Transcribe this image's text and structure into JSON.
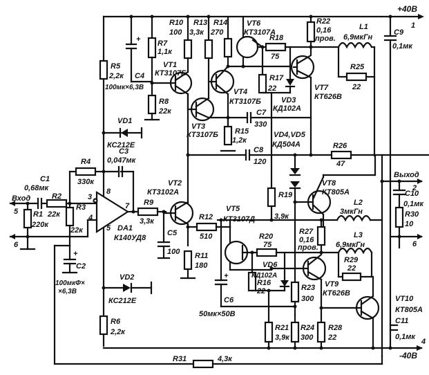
{
  "diagram": {
    "type": "audio power amplifier schematic",
    "supply": {
      "positive": {
        "label": "+40В",
        "pin": "1"
      },
      "negative": {
        "label": "-40В",
        "pin": "4"
      }
    },
    "io": {
      "input": {
        "label": "Вход",
        "pin": "5",
        "ground_pin": "6"
      },
      "output": {
        "label": "Выход",
        "pin": "2",
        "ground_pin": "6"
      }
    },
    "components": {
      "C1": {
        "ref": "C1",
        "value": "0,68мк"
      },
      "R1": {
        "ref": "R1",
        "value": "220к"
      },
      "R2": {
        "ref": "R2",
        "value": "22к"
      },
      "R3": {
        "ref": "R3",
        "value": "22к"
      },
      "R4": {
        "ref": "R4",
        "value": "330к"
      },
      "C3": {
        "ref": "C3",
        "value": "0,047мк"
      },
      "C2": {
        "ref": "C2",
        "value": "100мкФ×",
        "value2": "×6,3В"
      },
      "DA1": {
        "ref": "DA1",
        "value": "К140УД8",
        "pins": [
          "3",
          "4",
          "8",
          "7",
          "5"
        ]
      },
      "VD1": {
        "ref": "VD1",
        "value": "КС212Е"
      },
      "VD2": {
        "ref": "VD2",
        "value": "КС212Е"
      },
      "R5": {
        "ref": "R5",
        "value": "2,2к"
      },
      "R6": {
        "ref": "R6",
        "value": "2,2к"
      },
      "C4": {
        "ref": "C4",
        "value": "100мк×6,3В"
      },
      "R7": {
        "ref": "R7",
        "value": "1,1к"
      },
      "R8": {
        "ref": "R8",
        "value": "22к"
      },
      "VT1": {
        "ref": "VT1",
        "value": "КТ3107Б"
      },
      "R10": {
        "ref": "R10",
        "value": "100"
      },
      "R13": {
        "ref": "R13",
        "value": "3,3к"
      },
      "R14": {
        "ref": "R14",
        "value": "270"
      },
      "VT6": {
        "ref": "VT6",
        "value": "КТ3107А"
      },
      "R18": {
        "ref": "R18",
        "value": "75"
      },
      "R22": {
        "ref": "R22",
        "value": "0,16",
        "note": "пров."
      },
      "L1": {
        "ref": "L1",
        "value": "6,9мкГн"
      },
      "C9": {
        "ref": "C9",
        "value": "0,1мк"
      },
      "R25": {
        "ref": "R25",
        "value": "22"
      },
      "VT7": {
        "ref": "VT7",
        "value": "КТ626В"
      },
      "R17": {
        "ref": "R17",
        "value": "22"
      },
      "VD3": {
        "ref": "VD3",
        "value": "КД102А"
      },
      "VT4": {
        "ref": "VT4",
        "value": "КТ3107Б"
      },
      "VT3": {
        "ref": "VT3",
        "value": "КТ3107Б"
      },
      "C7": {
        "ref": "C7",
        "value": "330"
      },
      "R15": {
        "ref": "R15",
        "value": "1,2к"
      },
      "C8": {
        "ref": "C8",
        "value": "120"
      },
      "VD4VD5": {
        "ref": "VD4,VD5",
        "value": "КД504А"
      },
      "R26": {
        "ref": "R26",
        "value": "47"
      },
      "VT2": {
        "ref": "VT2",
        "value": "КТ3102А"
      },
      "R9": {
        "ref": "R9",
        "value": "3,3к"
      },
      "C5": {
        "ref": "C5",
        "value": "100"
      },
      "R11": {
        "ref": "R11",
        "value": "180"
      },
      "R12": {
        "ref": "R12",
        "value": "510"
      },
      "VT5": {
        "ref": "VT5",
        "value": "КТ3107Д"
      },
      "R19": {
        "ref": "R19",
        "value": "3,9к"
      },
      "VT8": {
        "ref": "VT8",
        "value": "КТ805А"
      },
      "L2": {
        "ref": "L2",
        "value": "3мкГн"
      },
      "C10": {
        "ref": "C10",
        "value": "0,1мк"
      },
      "R30": {
        "ref": "R30",
        "value": "10"
      },
      "R20": {
        "ref": "R20",
        "value": "75"
      },
      "VD6": {
        "ref": "VD6",
        "value": "КД102А"
      },
      "R16": {
        "ref": "R16",
        "value": "22"
      },
      "R27": {
        "ref": "R27",
        "value": "0,16",
        "note": "пров."
      },
      "L3": {
        "ref": "L3",
        "value": "6,9мкГн"
      },
      "R29": {
        "ref": "R29",
        "value": "22"
      },
      "VT9": {
        "ref": "VT9",
        "value": "КТ626В"
      },
      "VT10": {
        "ref": "VT10",
        "value": "КТ805А"
      },
      "C11": {
        "ref": "C11",
        "value": "0,1мк"
      },
      "C6": {
        "ref": "C6",
        "value": "50мк×50В"
      },
      "R23": {
        "ref": "R23",
        "value": "300"
      },
      "R21": {
        "ref": "R21",
        "value": "3,9к"
      },
      "R24": {
        "ref": "R24",
        "value": "300"
      },
      "R28": {
        "ref": "R28",
        "value": "22"
      },
      "R31": {
        "ref": "R31",
        "value": "4,3к"
      }
    }
  }
}
